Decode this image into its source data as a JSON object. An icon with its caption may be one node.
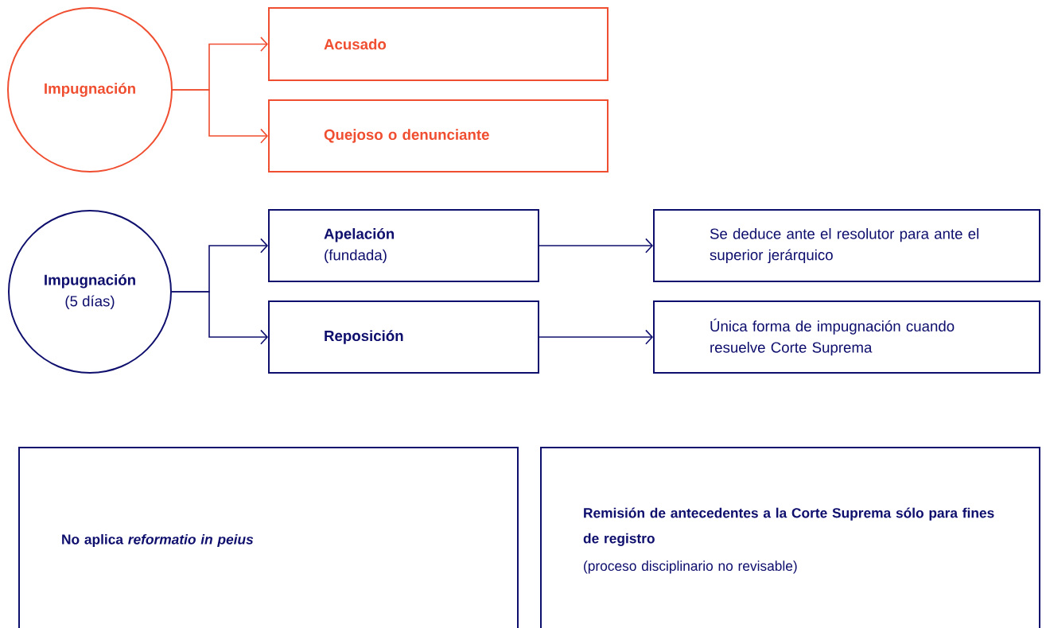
{
  "diagram": {
    "nodes": [
      {
        "text": [
          "Impugnación"
        ]
      },
      {
        "text": [
          "Acusado"
        ]
      },
      {
        "text": [
          "Quejoso o denunciante"
        ]
      },
      {
        "text": [
          "Impugnación",
          "(5 días)"
        ]
      },
      {
        "text": [
          "Apelación",
          "(fundada)"
        ]
      },
      {
        "text": [
          "Reposición"
        ]
      },
      {
        "text": [
          "Se deduce ante el resolutor para ante el superior jerárquico"
        ]
      },
      {
        "text": [
          "Única forma de impugnación cuando resuelve Corte Suprema"
        ]
      },
      {
        "text": [
          "No aplica *reformatio in peius*"
        ]
      },
      {
        "text": [
          "Remisión de antecedentes a la Corte Suprema sólo para fines de registro",
          "(proceso disciplinario no revisable)"
        ]
      }
    ],
    "edges": [
      {
        "from": 0,
        "to": 1,
        "arrow": "to",
        "color": "#f04e30"
      },
      {
        "from": 0,
        "to": 2,
        "arrow": "to",
        "color": "#f04e30"
      },
      {
        "from": 3,
        "to": 4,
        "arrow": "to"
      },
      {
        "from": 3,
        "to": 5,
        "arrow": "to"
      },
      {
        "from": 4,
        "to": 6,
        "arrow": "to"
      },
      {
        "from": 5,
        "to": 7,
        "arrow": "to"
      }
    ]
  }
}
